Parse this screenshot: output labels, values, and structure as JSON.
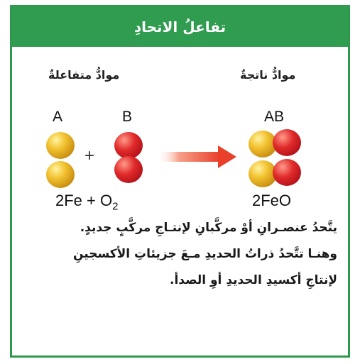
{
  "header": {
    "title": "تفاعلُ الاتحادِ"
  },
  "labels": {
    "reactants": "موادُّ متفاعلةٌ",
    "products": "موادُّ ناتجةٌ"
  },
  "letters": {
    "a": "A",
    "b": "B",
    "ab": "AB"
  },
  "equation": {
    "reactant_left": "2Fe",
    "plus_sign": "+",
    "oxygen": "O",
    "oxygen_subscript": "2",
    "product": "2FeO"
  },
  "diagram_plus": "+",
  "colors": {
    "header_bg": "#2f9c4f",
    "iron": "#e8b822",
    "oxygen": "#d8222a",
    "arrow": "#e8402a"
  },
  "paragraph": {
    "line1": "يتَّحدُ عنصـرانِ أوْ مركَّبانِ لإنتـاجِ مركَّبٍ جديدٍ.",
    "line2": "وهنـا تتَّحدُ ذراتُ الحديدِ مـعَ جزيئاتِ الأكسجينِ",
    "line3": "لإنتاجِ أكسيدِ الحديدِ أوِ الصدأ."
  }
}
